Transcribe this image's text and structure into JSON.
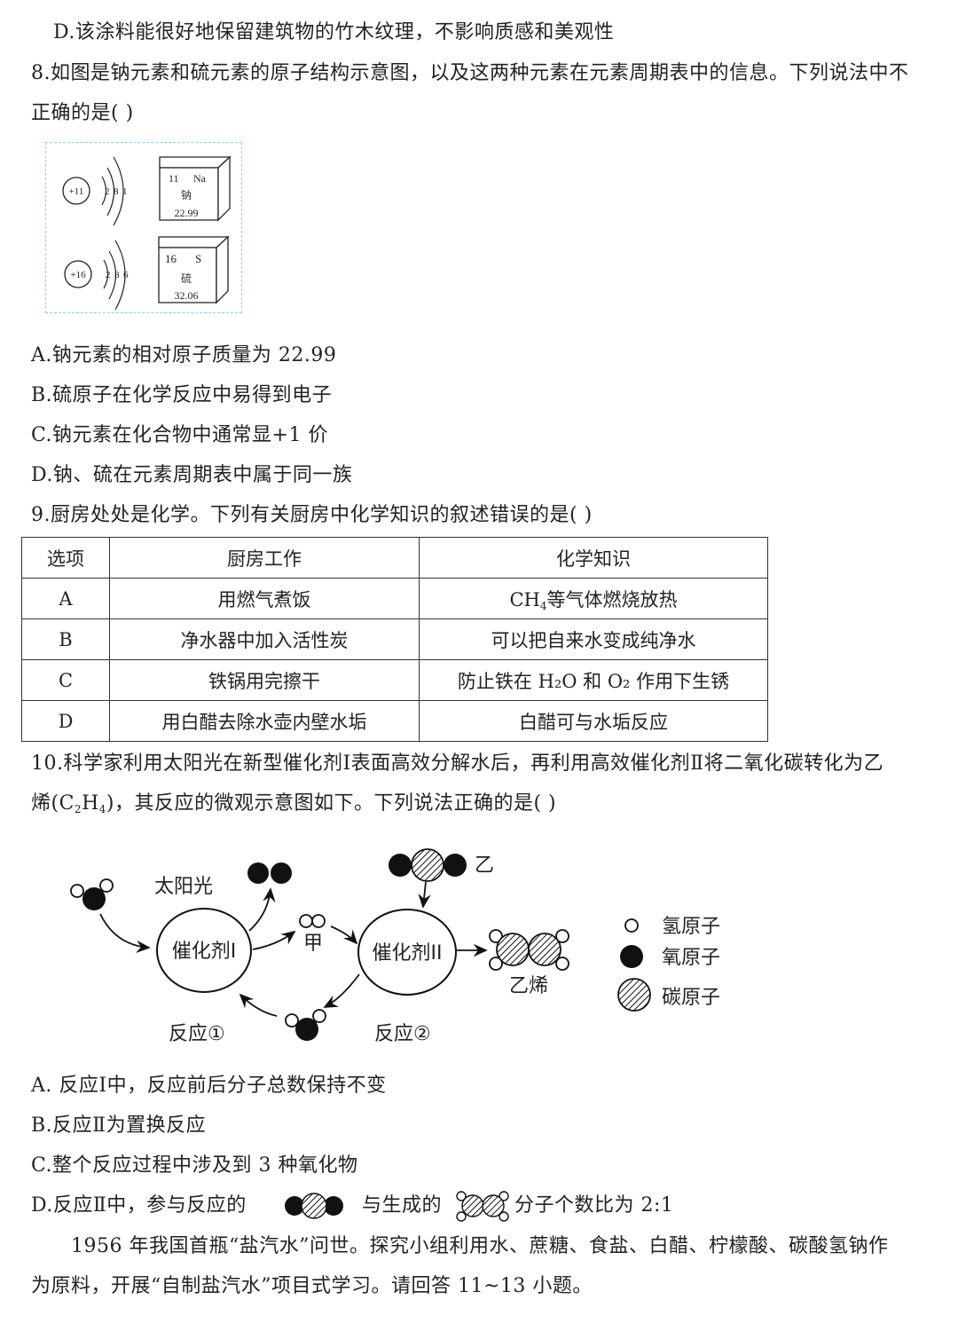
{
  "prev_question": {
    "option_d": "D.该涂料能很好地保留建筑物的竹木纹理，不影响质感和美观性"
  },
  "q8": {
    "stem_line1": "8.如图是钠元素和硫元素的原子结构示意图，以及这两种元素在元素周期表中的信息。下列说法中不",
    "stem_line2": "正确的是(          )",
    "figure": {
      "sodium": {
        "nucleus": "+11",
        "shells": [
          "2",
          "8",
          "1"
        ],
        "number": "11",
        "symbol": "Na",
        "name": "钠",
        "mass": "22.99"
      },
      "sulfur": {
        "nucleus": "+16",
        "shells": [
          "2",
          "8",
          "6"
        ],
        "number": "16",
        "symbol": "S",
        "name": "硫",
        "mass": "32.06"
      },
      "border_color": "#8fd0d8"
    },
    "options": [
      "A.钠元素的相对原子质量为 22.99",
      "B.硫原子在化学反应中易得到电子",
      "C.钠元素在化合物中通常显+1 价",
      "D.钠、硫在元素周期表中属于同一族"
    ]
  },
  "q9": {
    "stem": "9.厨房处处是化学。下列有关厨房中化学知识的叙述错误的是(          )",
    "table": {
      "headers": [
        "选项",
        "厨房工作",
        "化学知识"
      ],
      "rows": [
        {
          "option": "A",
          "work": "用燃气煮饭",
          "knowledge_pre": "CH",
          "knowledge_sub": "4",
          "knowledge_post": "等气体燃烧放热"
        },
        {
          "option": "B",
          "work": "净水器中加入活性炭",
          "knowledge": "可以把自来水变成纯净水"
        },
        {
          "option": "C",
          "work": "铁锅用完擦干",
          "knowledge": "防止铁在 H₂O 和 O₂ 作用下生锈"
        },
        {
          "option": "D",
          "work": "用白醋去除水壶内壁水垢",
          "knowledge": "白醋可与水垢反应"
        }
      ]
    }
  },
  "q10": {
    "stem_line1": "10.科学家利用太阳光在新型催化剂Ⅰ表面高效分解水后，再利用高效催化剂Ⅱ将二氧化碳转化为乙",
    "stem_line2_pre": "烯(C",
    "stem_line2_sub1": "2",
    "stem_line2_mid": "H",
    "stem_line2_sub2": "4",
    "stem_line2_post": ")，其反应的微观示意图如下。下列说法正确的是(          )",
    "diagram": {
      "sunlight": "太阳光",
      "catalyst1": "催化剂I",
      "catalyst2": "催化剂II",
      "jia": "甲",
      "yi": "乙",
      "ethylene": "乙烯",
      "reaction1": "反应①",
      "reaction2": "反应②",
      "legend": [
        "氢原子",
        "氧原子",
        "碳原子"
      ]
    },
    "options": {
      "a": "A. 反应Ⅰ中，反应前后分子总数保持不变",
      "b": "B.反应Ⅱ为置换反应",
      "c": "C.整个反应过程中涉及到 3 种氧化物",
      "d_pre": "D.反应Ⅱ中，参与反应的",
      "d_mid": "与生成的",
      "d_post": "分子个数比为 2:1"
    }
  },
  "intro": {
    "line1": "1956 年我国首瓶“盐汽水”问世。探究小组利用水、蔗糖、食盐、白醋、柠檬酸、碳酸氢钠作",
    "line2": "为原料，开展“自制盐汽水”项目式学习。请回答 11~13 小题。"
  }
}
